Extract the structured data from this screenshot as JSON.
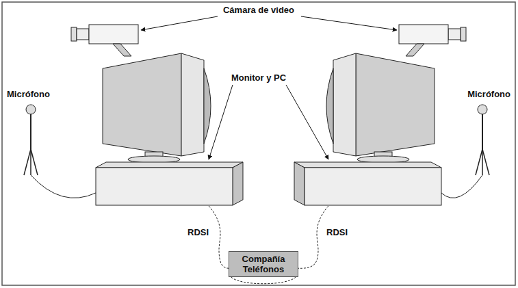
{
  "diagram": {
    "nodes": [
      {
        "text": [
          "Compañía Teléfonos"
        ]
      }
    ],
    "labels": [
      "Cámara de video",
      "Monitor y PC",
      "Micrófono",
      "Micrófono",
      "RDSI",
      "RDSI"
    ]
  }
}
